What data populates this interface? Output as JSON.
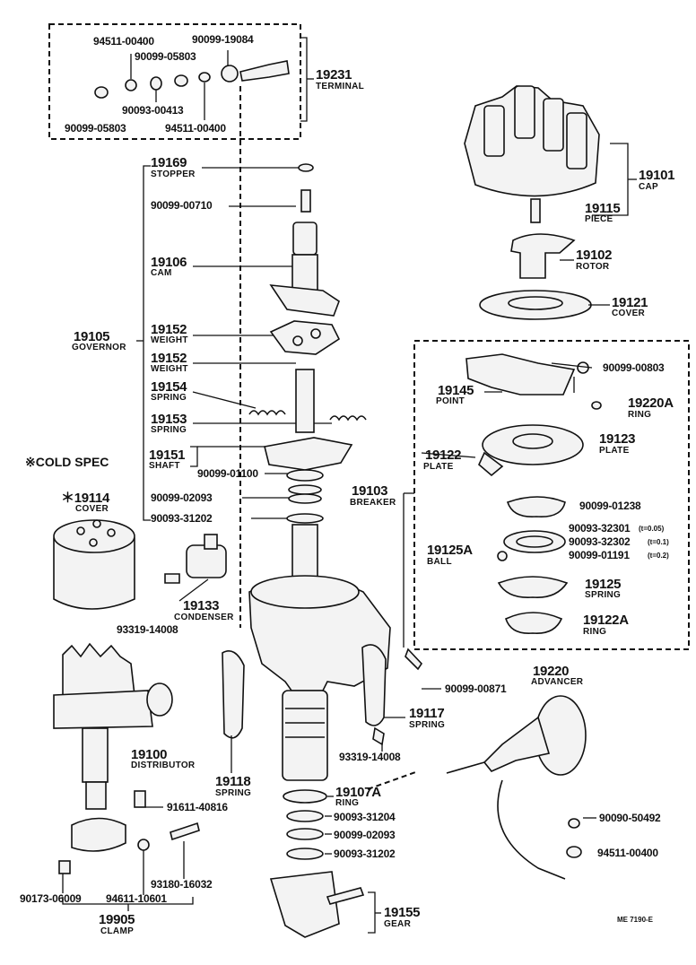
{
  "terminal_group": {
    "p1": "94511-00400",
    "p2": "90099-19084",
    "p3": "90099-05803",
    "p4": "90093-00413",
    "p5": "90099-05803",
    "p6": "94511-00400",
    "num": "19231",
    "name": "TERMINAL"
  },
  "governor": {
    "stopper_num": "19169",
    "stopper_name": "STOPPER",
    "screw": "90099-00710",
    "cam_num": "19106",
    "cam_name": "CAM",
    "weight1_num": "19152",
    "weight1_name": "WEIGHT",
    "weight2_num": "19152",
    "weight2_name": "WEIGHT",
    "spring1_num": "19154",
    "spring1_name": "SPRING",
    "spring2_num": "19153",
    "spring2_name": "SPRING",
    "shaft_num": "19151",
    "shaft_name": "SHAFT",
    "washer": "90099-01100",
    "ring1": "90099-02093",
    "ring2": "90093-31202",
    "group_num": "19105",
    "group_name": "GOVERNOR"
  },
  "cold_spec": {
    "note": "※COLD SPEC",
    "cover_num": "＊19114",
    "cover_name": "COVER"
  },
  "condenser": {
    "num": "19133",
    "name": "CONDENSER",
    "screw": "93319-14008"
  },
  "distributor": {
    "num": "19100",
    "name": "DISTRIBUTOR",
    "bolt": "91611-40816",
    "bolt2": "93180-16032",
    "nut": "90173-06009",
    "washer": "94611-10601",
    "clamp_num": "19905",
    "clamp_name": "CLAMP"
  },
  "right_top": {
    "cap_num": "19101",
    "cap_name": "CAP",
    "piece_num": "19115",
    "piece_name": "PIECE",
    "rotor_num": "19102",
    "rotor_name": "ROTOR",
    "cover_num": "19121",
    "cover_name": "COVER"
  },
  "breaker": {
    "screw": "90099-00803",
    "point_num": "19145",
    "point_name": "POINT",
    "ring_num": "19220A",
    "ring_name": "RING",
    "plate1_num": "19123",
    "plate1_name": "PLATE",
    "plate2_num": "19122",
    "plate2_name": "PLATE",
    "group_num": "19103",
    "group_name": "BREAKER",
    "washer1": "90099-01238",
    "shim1": "90093-32301",
    "shim1_t": "(t=0.05)",
    "shim2": "90093-32302",
    "shim2_t": "(t=0.1)",
    "shim3": "90099-01191",
    "shim3_t": "(t=0.2)",
    "ball_num": "19125A",
    "ball_name": "BALL",
    "spring_num": "19125",
    "spring_name": "SPRING",
    "ring2_num": "19122A",
    "ring2_name": "RING"
  },
  "lower": {
    "screw1": "90099-00871",
    "spring_num": "19117",
    "spring_name": "SPRING",
    "screw2": "93319-14008",
    "spring2_num": "19118",
    "spring2_name": "SPRING",
    "ring_num": "19107A",
    "ring_name": "RING",
    "w1": "90093-31204",
    "w2": "90099-02093",
    "w3": "90093-31202",
    "gear_num": "19155",
    "gear_name": "GEAR"
  },
  "advancer": {
    "num": "19220",
    "name": "ADVANCER",
    "screw": "90090-50492",
    "nut": "94511-00400"
  },
  "ref_code": "ME 7190-E"
}
